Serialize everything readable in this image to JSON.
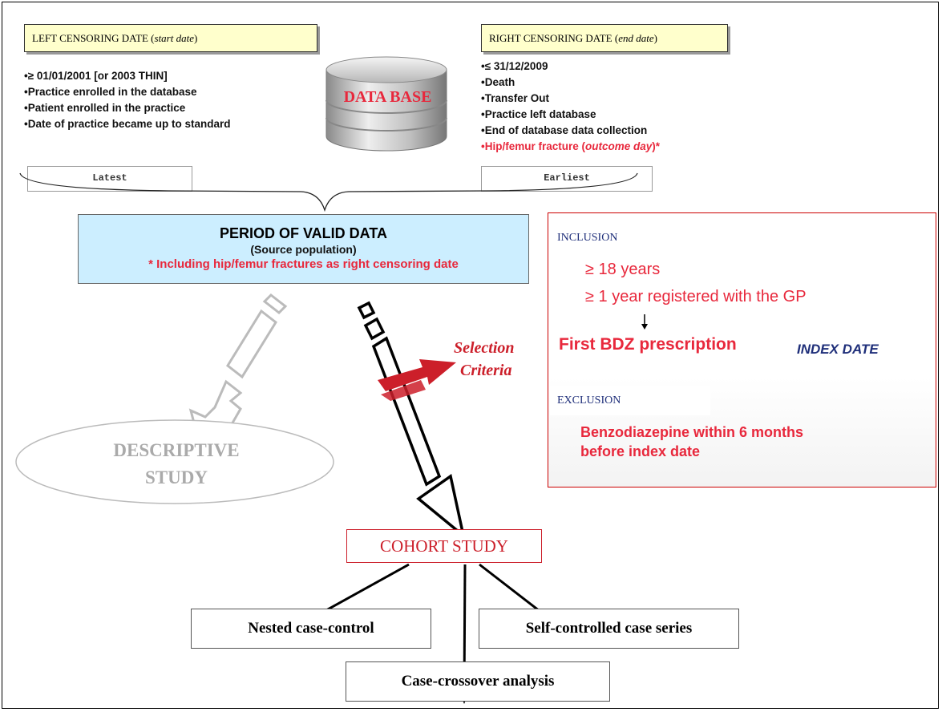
{
  "left_censoring": {
    "title": "LEFT CENSORING DATE (",
    "title_italic": "start date",
    "title_end": ")",
    "items": [
      "≥ 01/01/2001 [or 2003 THIN]",
      "Practice enrolled in the database",
      "Patient enrolled in the practice",
      "Date of practice became up to standard"
    ],
    "tag": "Latest"
  },
  "database": {
    "label": "DATA BASE"
  },
  "right_censoring": {
    "title": "RIGHT CENSORING DATE (",
    "title_italic": "end date",
    "title_end": ")",
    "items": [
      "≤ 31/12/2009",
      "Death",
      "Transfer Out",
      "Practice left database",
      "End of database data collection"
    ],
    "red_item_prefix": "Hip/femur fracture (",
    "red_item_italic": "outcome day",
    "red_item_suffix": ")*",
    "tag": "Earliest"
  },
  "period": {
    "title": "PERIOD OF VALID DATA",
    "subtitle": "(Source population)",
    "note": "* Including hip/femur fractures as right censoring date"
  },
  "criteria": {
    "inclusion_label": "INCLUSION",
    "inclusion_items": [
      "≥ 18 years",
      "≥ 1 year registered with the GP"
    ],
    "first_prefix": "First ",
    "first_bold": "BDZ",
    "first_suffix": " prescription",
    "index_date": "INDEX DATE",
    "exclusion_label": "EXCLUSION",
    "exclusion_text_1": "Benzodiazepine within 6 months",
    "exclusion_text_2": "before index date"
  },
  "selection": {
    "line1": "Selection",
    "line2": "Criteria"
  },
  "descriptive": {
    "line1": "DESCRIPTIVE",
    "line2": "STUDY"
  },
  "cohort": {
    "label": "COHORT STUDY"
  },
  "designs": {
    "nested": "Nested case-control",
    "self_controlled": "Self-controlled case series",
    "crossover": "Case-crossover analysis"
  },
  "colors": {
    "red": "#e8283c",
    "navy": "#1f2f7a",
    "lightblue": "#cceeff",
    "yellow": "#ffffcc",
    "gray": "#bbbbbb"
  }
}
